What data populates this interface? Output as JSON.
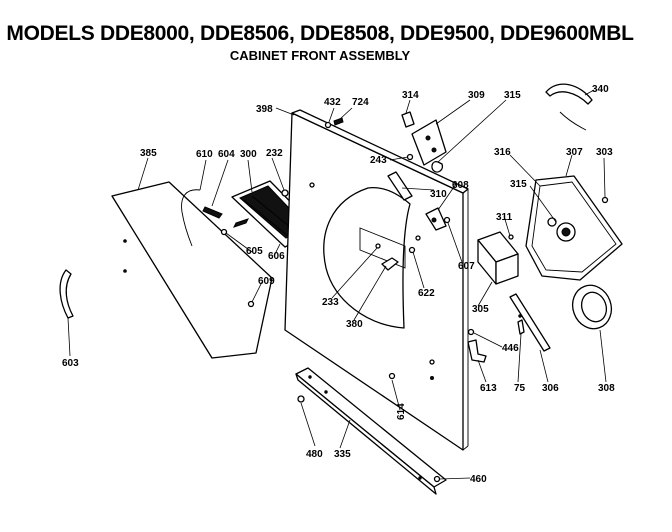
{
  "title": "MODELS DDE8000, DDE8506, DDE8508, DDE9500, DDE9600MBL",
  "subtitle": "CABINET FRONT ASSEMBLY",
  "callouts": {
    "c398": "398",
    "c432": "432",
    "c724": "724",
    "c314": "314",
    "c309": "309",
    "c315a": "315",
    "c340": "340",
    "c385": "385",
    "c610": "610",
    "c604": "604",
    "c300": "300",
    "c232": "232",
    "c243": "243",
    "c310": "310",
    "c316": "316",
    "c307": "307",
    "c303": "303",
    "c315b": "315",
    "c608": "608",
    "c605": "605",
    "c606": "606",
    "c311": "311",
    "c609": "609",
    "c607": "607",
    "c233": "233",
    "c622": "622",
    "c380": "380",
    "c305": "305",
    "c603": "603",
    "c446": "446",
    "c613": "613",
    "c75": "75",
    "c306": "306",
    "c308": "308",
    "c614": "614",
    "c480": "480",
    "c335": "335",
    "c460": "460"
  }
}
